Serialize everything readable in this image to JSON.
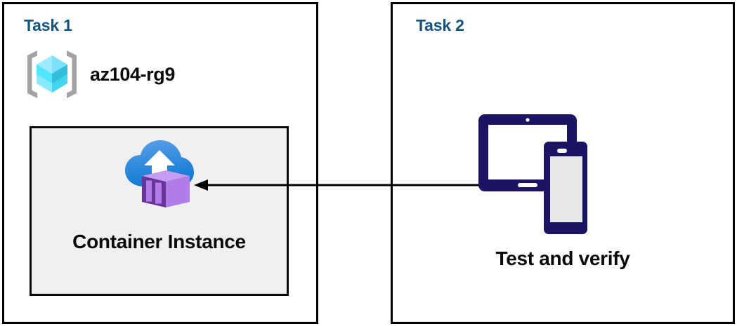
{
  "diagram": {
    "title": "Azure Container Instance task diagram",
    "background": "#ffffff",
    "colors": {
      "task_label": "#16537e",
      "panel_border": "#000000",
      "card_fill": "#f0f0f0",
      "arrow": "#000000",
      "device_navy": "#1b1464",
      "device_screen": "#e8e8e8",
      "cloud_blue_light": "#50a0e8",
      "cloud_blue_dark": "#0f7bd4",
      "container_purple_light": "#b07ce8",
      "container_purple_dark": "#68349a",
      "rg_bracket_gray": "#a3a3a3",
      "rg_cube_cyan": "#32d4f5"
    }
  },
  "panels": [
    {
      "id": "task1",
      "title": "Task 1",
      "resource_group": {
        "icon": "resource-group-icon",
        "name": "az104-rg9"
      },
      "card": {
        "icon": "container-instance-icon",
        "label": "Container Instance"
      }
    },
    {
      "id": "task2",
      "title": "Task 2",
      "item": {
        "icon": "devices-icon",
        "label": "Test and verify"
      }
    }
  ],
  "connector": {
    "name": "arrow-task2-to-container-instance",
    "direction": "right-to-left",
    "from": "Test and verify",
    "to": "Container Instance"
  }
}
